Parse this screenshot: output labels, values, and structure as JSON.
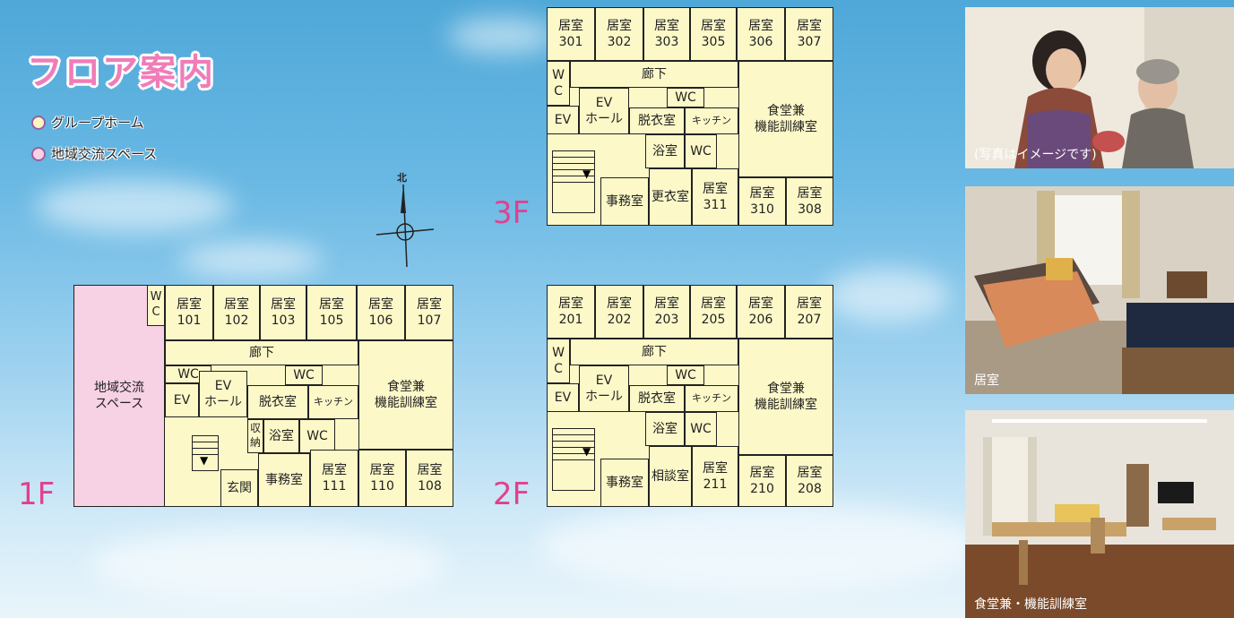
{
  "title": "フロア案内",
  "legend": [
    {
      "label": "グループホーム"
    },
    {
      "label": "地域交流スペース"
    }
  ],
  "compass_label": "北",
  "floors": {
    "f3": {
      "label": "3F",
      "rooms": {
        "r1": "居室\n301",
        "r2": "居室\n302",
        "r3": "居室\n303",
        "r4": "居室\n305",
        "r5": "居室\n306",
        "r6": "居室\n307",
        "wc_side": "W\nC",
        "corridor": "廊下",
        "wc_top": "WC",
        "ev": "EV",
        "ev_hall": "EV\nホール",
        "dressing": "脱衣室",
        "kitchen": "キッチン",
        "dining": "食堂兼\n機能訓練室",
        "bath": "浴室",
        "wc2": "WC",
        "office": "事務室",
        "extra": "更衣室",
        "b1": "居室\n311",
        "b2": "居室\n310",
        "b3": "居室\n308"
      }
    },
    "f2": {
      "label": "2F",
      "rooms": {
        "r1": "居室\n201",
        "r2": "居室\n202",
        "r3": "居室\n203",
        "r4": "居室\n205",
        "r5": "居室\n206",
        "r6": "居室\n207",
        "wc_side": "W\nC",
        "corridor": "廊下",
        "wc_top": "WC",
        "ev": "EV",
        "ev_hall": "EV\nホール",
        "dressing": "脱衣室",
        "kitchen": "キッチン",
        "dining": "食堂兼\n機能訓練室",
        "bath": "浴室",
        "wc2": "WC",
        "office": "事務室",
        "extra": "相談室",
        "b1": "居室\n211",
        "b2": "居室\n210",
        "b3": "居室\n208"
      }
    },
    "f1": {
      "label": "1F",
      "rooms": {
        "community": "地域交流\nスペース",
        "wc_side": "W\nC",
        "r1": "居室\n101",
        "r2": "居室\n102",
        "r3": "居室\n103",
        "r4": "居室\n105",
        "r5": "居室\n106",
        "r6": "居室\n107",
        "corridor": "廊下",
        "wc_left": "WC",
        "wc_top": "WC",
        "ev": "EV",
        "ev_hall": "EV\nホール",
        "dressing": "脱衣室",
        "kitchen": "キッチン",
        "dining": "食堂兼\n機能訓練室",
        "storage": "収\n納",
        "bath": "浴室",
        "wc2": "WC",
        "entrance": "玄関",
        "office": "事務室",
        "b1": "居室\n111",
        "b2": "居室\n110",
        "b3": "居室\n108"
      }
    }
  },
  "photos": [
    {
      "caption": "(写真はイメージです)"
    },
    {
      "caption": "居室"
    },
    {
      "caption": "食堂兼・機能訓練室"
    }
  ],
  "colors": {
    "group_home": "#fcf8c8",
    "community_space": "#f7d1e4",
    "title": "#f07cb8",
    "floor_label": "#e0418f"
  }
}
